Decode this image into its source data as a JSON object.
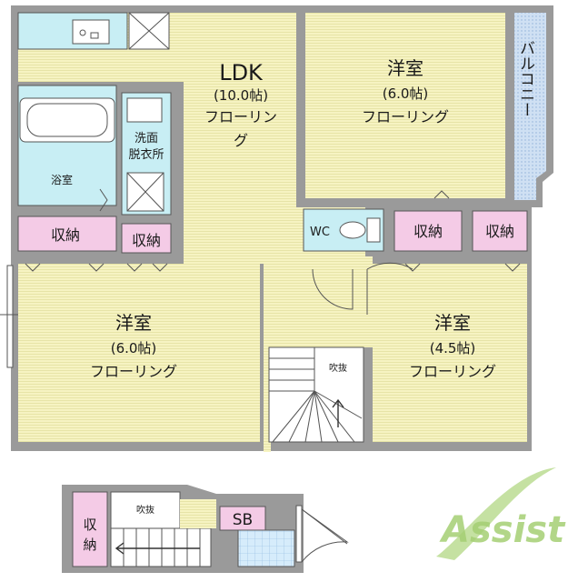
{
  "rooms": {
    "ldk": {
      "name": "LDK",
      "size": "(10.0帖)",
      "floor_line1": "フローリン",
      "floor_line2": "グ"
    },
    "western1": {
      "name": "洋室",
      "size": "(6.0帖)",
      "floor": "フローリング"
    },
    "western2": {
      "name": "洋室",
      "size": "(6.0帖)",
      "floor": "フローリング"
    },
    "western3": {
      "name": "洋室",
      "size": "(4.5帖)",
      "floor": "フローリング"
    },
    "balcony": {
      "name": "バルコニー"
    },
    "bath": {
      "name": "浴室"
    },
    "washroom": {
      "line1": "洗面",
      "line2": "脱衣所"
    },
    "wc": {
      "name": "WC"
    },
    "fukinuke": {
      "name": "吹抜"
    }
  },
  "storage": {
    "label": "収納",
    "label_v1": "収",
    "label_v2": "納"
  },
  "sb": {
    "label": "SB"
  },
  "logo": {
    "text": "Assist"
  },
  "colors": {
    "floor": "#f6f3c2",
    "storage": "#f4cbe6",
    "wet": "#c8eef4",
    "balcony": "#cfe0f3",
    "wall": "#8c8c8c"
  }
}
